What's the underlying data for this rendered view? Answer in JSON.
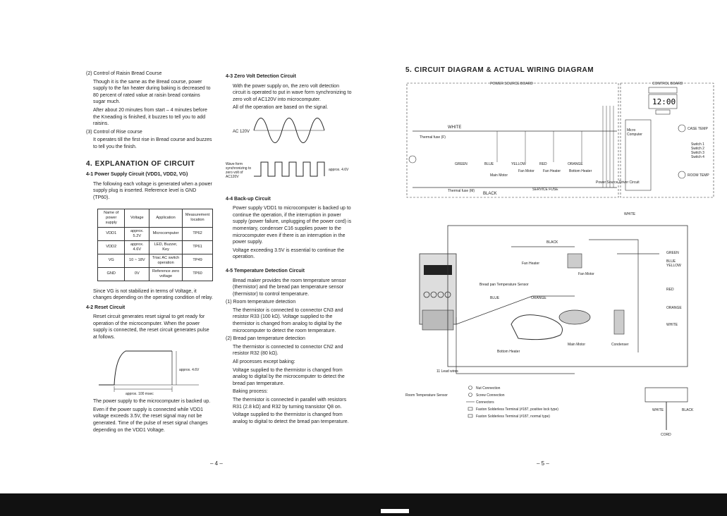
{
  "left_col1": {
    "p1_title": "(2)  Control of Raisin Bread Course",
    "p1_a": "Though it is the same as the Bread course, power supply to the fan heater during baking is decreased to 80 percent of rated value at raisin bread contains sugar much.",
    "p1_b": "After about 20 minutes from start – 4 minutes before the Kneading is finished, it buzzes to tell you to add raisins.",
    "p3_title": "(3)  Control of Rise course",
    "p3_a": "It operates till the first rise in Bread course and buzzes to tell you the finish.",
    "section_title": "4.  EXPLANATION OF CIRCUIT",
    "s41_title": "4-1  Power Supply Circuit (VDD1, VDD2, VG)",
    "s41_text": "The following each voltage is generated when a power supply plug is inserted. Reference level is GND (TP60).",
    "table": {
      "headers": [
        "Name of power supply",
        "Voltage",
        "Application",
        "Measurement location"
      ],
      "rows": [
        [
          "VDD1",
          "approx. 5.2V",
          "Microcomputer",
          "TP62"
        ],
        [
          "VDD2",
          "approx. 4.6V",
          "LED, Buzzer, Key",
          "TP61"
        ],
        [
          "VG",
          "10 ~ 18V",
          "Triac AC switch operation",
          "TP49"
        ],
        [
          "GND",
          "0V",
          "Reference zero voltage",
          "TP60"
        ]
      ]
    },
    "s41_after": "Since VG is not stabilized in terms of Voltage, it changes depending on the operating condition of relay.",
    "s42_title": "4-2  Reset Circuit",
    "s42_text": "Reset circuit generates reset signal to get ready for operation of the microcomputer. When the power supply is connected, the reset circuit generates pulse at follows.",
    "reset_voltage": "approx. 4.6V",
    "reset_time": "approx. 100 msec",
    "s42_after_1": "The power supply to the microcomputer is backed up.",
    "s42_after_2": "Even if the power supply is connected while VDD1 voltage exceeds 3.5V, the reset signal may not be generated. Time of the pulse of reset signal changes depending on the VDD1 Voltage.",
    "page_number": "– 4 –"
  },
  "left_col2": {
    "s43_title": "4-3  Zero Volt Detection Circuit",
    "s43_text": "With the power supply on, the zero volt detection circuit is operated to put in wave form synchronizing to zero volt of AC120V into microcomputer.",
    "s43_text2": "All of the operation are based on the signal.",
    "ac_label": "AC 120V",
    "wave_label": "Wave form synchronizing to zero volt of AC120V",
    "wave_voltage": "approx. 4.6V",
    "s44_title": "4-4  Back-up Circuit",
    "s44_text": "Power supply VDD1 to microcomputer is backed up to continue the operation, if the interruption in power supply (power failure, unplugging of the power cord) is momentary, condenser C16 supplies power to the microcomputer even if there is an interruption in the power supply.",
    "s44_text2": "Voltage exceeding 3.5V is essential to continue the operation.",
    "s45_title": "4-5  Temperature Detection Circuit",
    "s45_text": "Bread maker provides the room temperature sensor (thermistor) and the bread pan temperature sensor (thermistor) to control temperature.",
    "s45_1_title": "(1)  Room temperature detection",
    "s45_1_text": "The thermistor is connected to connector CN3 and resistor R33 (100 kΩ). Voltage supplied to the thermistor is changed from analog to digital by the microcomputer to detect the room temperature.",
    "s45_2_title": "(2)  Bread pan temperature detection",
    "s45_2_text": "The thermistor is connected to connector CN2 and resistor R32 (80 kΩ).",
    "s45_2_b": "All processes except baking:",
    "s45_2_c": "Voltage supplied to the thermistor is changed from analog to digital by the microcomputer to detect the bread pan temperature.",
    "s45_2_d": "Baking process:",
    "s45_2_e": "The thermistor is connected in parallel with resistors R31 (2.8 kΩ) and R32 by turning transistor Q8 on.",
    "s45_2_f": "Voltage supplied to the thermistor is changed from analog to digital to detect the bread pan temperature."
  },
  "right": {
    "section_title": "5.  CIRCUIT DIAGRAM & ACTUAL WIRING DIAGRAM",
    "psb": "POWER SOURCE BOARD",
    "cb": "CONTROL BOARD",
    "white": "WHITE",
    "thermal_fuse": "Thermal fuse (F)",
    "green": "GREEN",
    "blue": "BLUE",
    "yellow": "YELLOW",
    "red": "RED",
    "orange": "ORANGE",
    "main_motor": "Main Motor",
    "fan_motor": "Fan Motor",
    "fan_heater": "Fan Heater",
    "bottom_heater": "Bottom Heater",
    "thermal_fuse_m": "Thermal fuse (M)",
    "black": "BLACK",
    "service_fuse": "SERVICE FUSE",
    "psdc": "Power Source Driver Circuit",
    "micro": "Micro Computer",
    "case_temp": "CASE TEMP",
    "room_temp": "ROOM TEMP",
    "switches": [
      "Switch 1",
      "Switch 2",
      "Switch 3",
      "Switch 4"
    ],
    "display_time": "12:00",
    "bread_pan_sensor": "Bread pan Temperature Sensor",
    "room_sensor": "Room Temperature Sensor",
    "lead_wires": "11 Lead wires",
    "condenser": "Condenser",
    "cord": "CORD",
    "legend": [
      "Nut Connection",
      "Screw Connection",
      "Connectors",
      "Faston Solderless Terminal (#187, positive lock type)",
      "Faston Solderless Terminal (#187, normal type)"
    ],
    "page_number": "– 5 –"
  }
}
